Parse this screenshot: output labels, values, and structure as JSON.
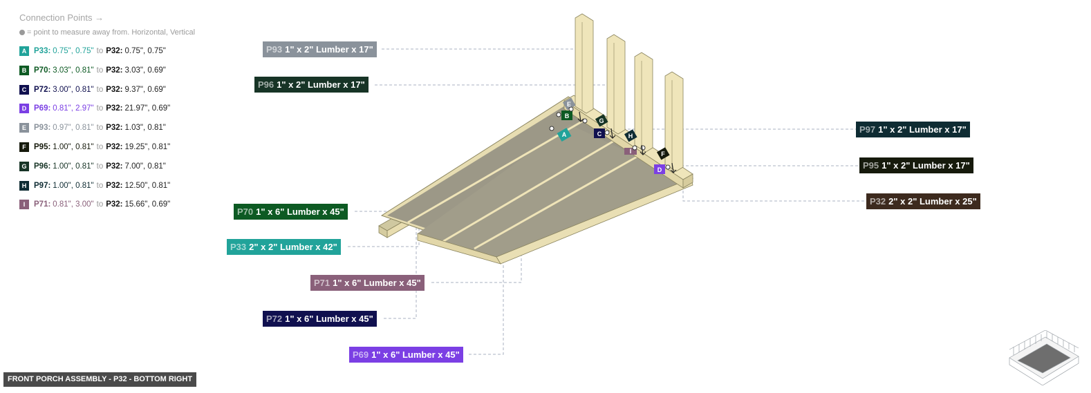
{
  "legend": {
    "title": "Connection Points →",
    "note": "= point to measure away from. Horizontal, Vertical",
    "rows": [
      {
        "letter": "A",
        "color": "#21a39a",
        "part": "P33:",
        "coord": "0.75\", 0.75\"",
        "to": "to",
        "target": "P32:",
        "target_coord": "0.75\", 0.75\""
      },
      {
        "letter": "B",
        "color": "#0d5a23",
        "part": "P70:",
        "coord": "3.03\", 0.81\"",
        "to": "to",
        "target": "P32:",
        "target_coord": "3.03\", 0.69\""
      },
      {
        "letter": "C",
        "color": "#10104f",
        "part": "P72:",
        "coord": "3.00\", 0.81\"",
        "to": "to",
        "target": "P32:",
        "target_coord": "9.37\", 0.69\""
      },
      {
        "letter": "D",
        "color": "#7b3fe4",
        "part": "P69:",
        "coord": "0.81\", 2.97\"",
        "to": "to",
        "target": "P32:",
        "target_coord": "21.97\", 0.69\""
      },
      {
        "letter": "E",
        "color": "#8a929b",
        "part": "P93:",
        "coord": "0.97\", 0.81\"",
        "to": "to",
        "target": "P32:",
        "target_coord": "1.03\", 0.81\""
      },
      {
        "letter": "F",
        "color": "#161a0c",
        "part": "P95:",
        "coord": "1.00\", 0.81\"",
        "to": "to",
        "target": "P32:",
        "target_coord": "19.25\", 0.81\""
      },
      {
        "letter": "G",
        "color": "#173426",
        "part": "P96:",
        "coord": "1.00\", 0.81\"",
        "to": "to",
        "target": "P32:",
        "target_coord": "7.00\", 0.81\""
      },
      {
        "letter": "H",
        "color": "#0f2c33",
        "part": "P97:",
        "coord": "1.00\", 0.81\"",
        "to": "to",
        "target": "P32:",
        "target_coord": "12.50\", 0.81\""
      },
      {
        "letter": "I",
        "color": "#8a607a",
        "part": "P71:",
        "coord": "0.81\", 3.00\"",
        "to": "to",
        "target": "P32:",
        "target_coord": "15.66\", 0.69\""
      }
    ]
  },
  "parts": [
    {
      "id": "P93",
      "desc": "1\" x 2\" Lumber x 17\"",
      "color": "#8a929b"
    },
    {
      "id": "P96",
      "desc": "1\" x 2\" Lumber x 17\"",
      "color": "#173426"
    },
    {
      "id": "P97",
      "desc": "1\" x 2\" Lumber x 17\"",
      "color": "#0f2c33"
    },
    {
      "id": "P95",
      "desc": "1\" x 2\" Lumber x 17\"",
      "color": "#161a0c"
    },
    {
      "id": "P32",
      "desc": "2\" x 2\" Lumber x 25\"",
      "color": "#3d2a1e"
    },
    {
      "id": "P70",
      "desc": "1\" x 6\" Lumber x 45\"",
      "color": "#0d5a23"
    },
    {
      "id": "P33",
      "desc": "2\" x 2\" Lumber x 42\"",
      "color": "#21a39a"
    },
    {
      "id": "P71",
      "desc": "1\" x 6\" Lumber x 45\"",
      "color": "#8a607a"
    },
    {
      "id": "P72",
      "desc": "1\" x 6\" Lumber x 45\"",
      "color": "#10104f"
    },
    {
      "id": "P69",
      "desc": "1\" x 6\" Lumber x 45\"",
      "color": "#7b3fe4"
    }
  ],
  "view_label": "FRONT PORCH ASSEMBLY - P32 - BOTTOM RIGHT",
  "icons": {
    "dot": "measure-point-dot-icon",
    "arrow": "arrow-right-icon",
    "thumbnail": "assembly-thumbnail-icon"
  }
}
